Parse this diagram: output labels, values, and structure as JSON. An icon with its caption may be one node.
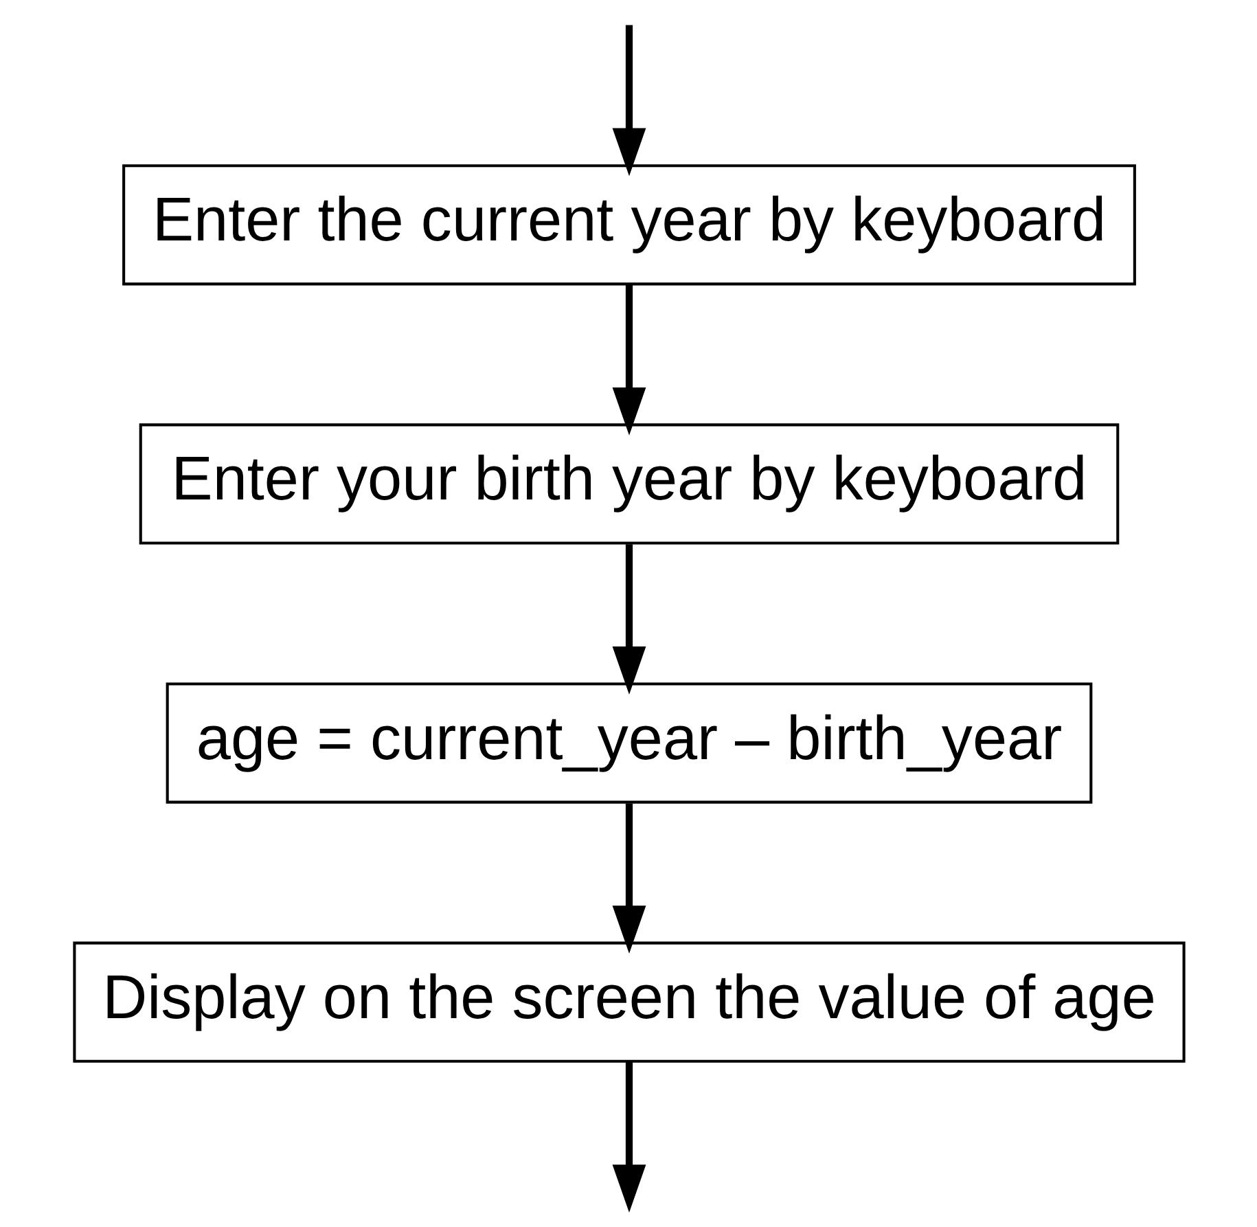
{
  "diagram": {
    "nodes": [
      {
        "text": [
          "Enter the current year by keyboard"
        ]
      },
      {
        "text": [
          "Enter your birth year by keyboard"
        ]
      },
      {
        "text": [
          "age = current_year – birth_year"
        ]
      },
      {
        "text": [
          "Display on the screen the value of age"
        ]
      }
    ],
    "edges": [
      {
        "from": null,
        "to": 0,
        "arrow": "to"
      },
      {
        "from": 0,
        "to": 1,
        "arrow": "to"
      },
      {
        "from": 1,
        "to": 2,
        "arrow": "to"
      },
      {
        "from": 2,
        "to": 3,
        "arrow": "to"
      },
      {
        "from": 3,
        "to": null,
        "arrow": "to"
      }
    ]
  }
}
